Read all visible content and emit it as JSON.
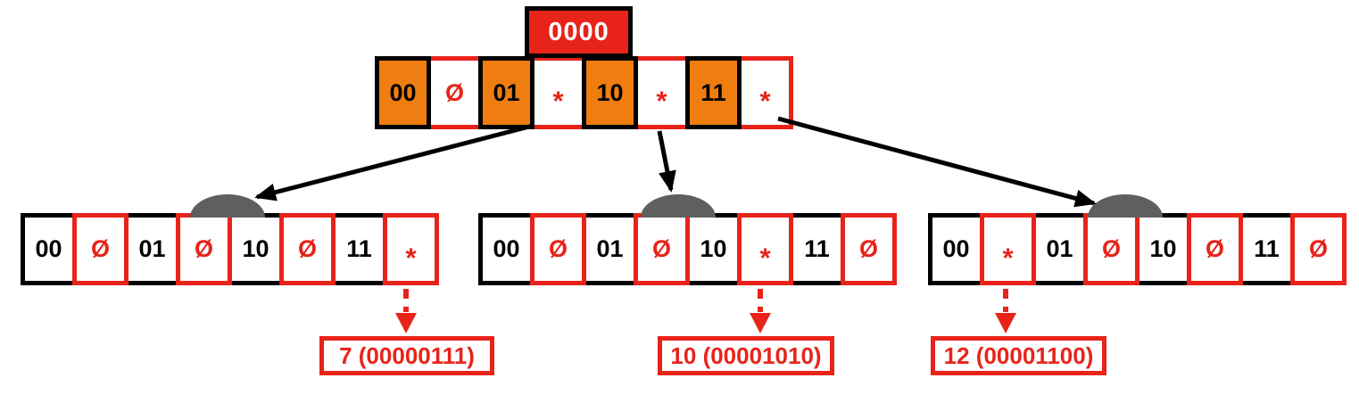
{
  "colors": {
    "red": "#e8231a",
    "orange": "#ef7d10",
    "gray": "#5f5f5f",
    "black": "#000000",
    "white": "#ffffff"
  },
  "root": {
    "label": "0000"
  },
  "top_node": {
    "cells": [
      {
        "type": "branch",
        "label": "00"
      },
      {
        "type": "empty",
        "label": "Ø"
      },
      {
        "type": "branch",
        "label": "01"
      },
      {
        "type": "pointer",
        "label": "*"
      },
      {
        "type": "branch",
        "label": "10"
      },
      {
        "type": "pointer",
        "label": "*"
      },
      {
        "type": "branch",
        "label": "11"
      },
      {
        "type": "pointer",
        "label": "*"
      }
    ]
  },
  "children": [
    {
      "cells": [
        {
          "type": "branch",
          "label": "00"
        },
        {
          "type": "empty",
          "label": "Ø"
        },
        {
          "type": "branch",
          "label": "01"
        },
        {
          "type": "empty",
          "label": "Ø"
        },
        {
          "type": "branch",
          "label": "10"
        },
        {
          "type": "empty",
          "label": "Ø"
        },
        {
          "type": "branch",
          "label": "11"
        },
        {
          "type": "pointer",
          "label": "*"
        }
      ],
      "leaf": {
        "label": "7 (00000111)",
        "pointer_index": 7
      }
    },
    {
      "cells": [
        {
          "type": "branch",
          "label": "00"
        },
        {
          "type": "empty",
          "label": "Ø"
        },
        {
          "type": "branch",
          "label": "01"
        },
        {
          "type": "empty",
          "label": "Ø"
        },
        {
          "type": "branch",
          "label": "10"
        },
        {
          "type": "pointer",
          "label": "*"
        },
        {
          "type": "branch",
          "label": "11"
        },
        {
          "type": "empty",
          "label": "Ø"
        }
      ],
      "leaf": {
        "label": "10 (00001010)",
        "pointer_index": 5
      }
    },
    {
      "cells": [
        {
          "type": "branch",
          "label": "00"
        },
        {
          "type": "pointer",
          "label": "*"
        },
        {
          "type": "branch",
          "label": "01"
        },
        {
          "type": "empty",
          "label": "Ø"
        },
        {
          "type": "branch",
          "label": "10"
        },
        {
          "type": "empty",
          "label": "Ø"
        },
        {
          "type": "branch",
          "label": "11"
        },
        {
          "type": "empty",
          "label": "Ø"
        }
      ],
      "leaf": {
        "label": "12 (00001100)",
        "pointer_index": 1
      }
    }
  ]
}
